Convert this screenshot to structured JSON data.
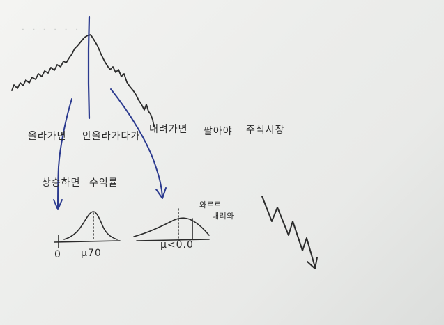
{
  "board": {
    "ink_black": "#2b2b2b",
    "ink_blue": "#2b3a8f",
    "background": "#ededeb"
  },
  "labels": {
    "up_phrase": "올라가면",
    "middle_phrase": "안올라가다가",
    "down_phrase": "내려가면",
    "sell_phrase": "팔아야",
    "conclusion": "주식시장",
    "rise_phrase": "상승하면",
    "profit_phrase": "수익률",
    "zero_tick": "0",
    "mu_high": "μ70",
    "mu_low": "μ<0.0",
    "side_line1": "와르르",
    "side_line2": "내려와"
  }
}
